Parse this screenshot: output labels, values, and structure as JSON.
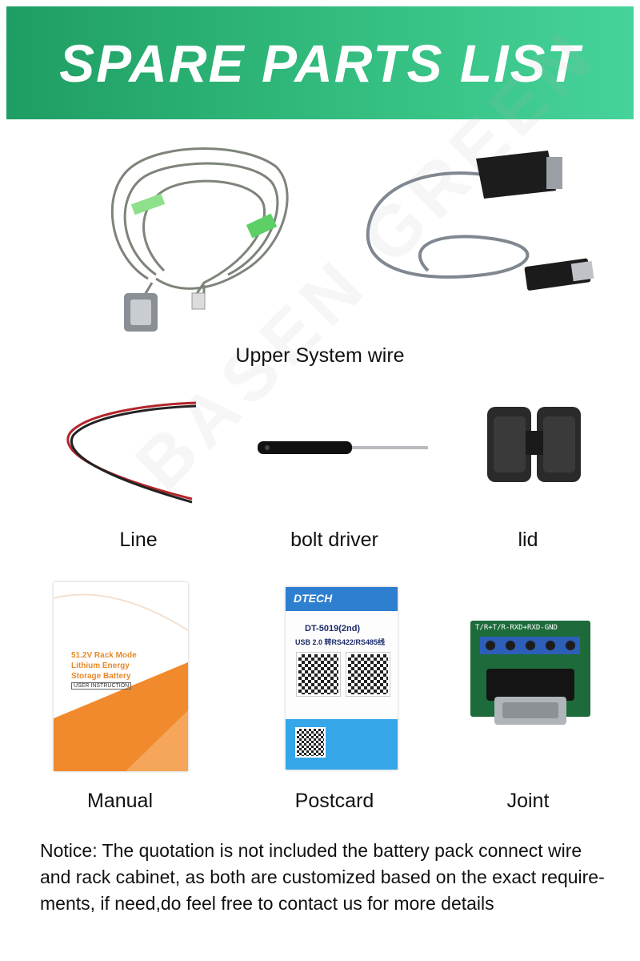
{
  "banner": {
    "title": "SPARE PARTS LIST"
  },
  "items": [
    {
      "caption": "Upper System wire"
    },
    {
      "caption": "Line"
    },
    {
      "caption": "bolt driver"
    },
    {
      "caption": "lid"
    },
    {
      "caption": "Manual"
    },
    {
      "caption": "Postcard"
    },
    {
      "caption": "Joint"
    }
  ],
  "manual": {
    "line1": "51.2V Rack Mode",
    "line2": "Lithium Energy",
    "line3": "Storage Battery",
    "label": "USER INSTRUCTION"
  },
  "postcard": {
    "brand": "DTECH",
    "model": "DT-5019(2nd)",
    "subtitle": "USB 2.0 转RS422/RS485线"
  },
  "joint": {
    "pins": "T/R+T/R-RXD+RXD-GND"
  },
  "notice": "Notice: The quotation is not included the battery pack connect wire and rack cabinet, as both are customized based on the exact require-ments, if need,do feel free to contact us for more details",
  "colors": {
    "banner_start": "#1f9d63",
    "banner_end": "#46d39a",
    "manual_orange": "#f08a2c",
    "postcard_blue": "#2f7fd0"
  }
}
